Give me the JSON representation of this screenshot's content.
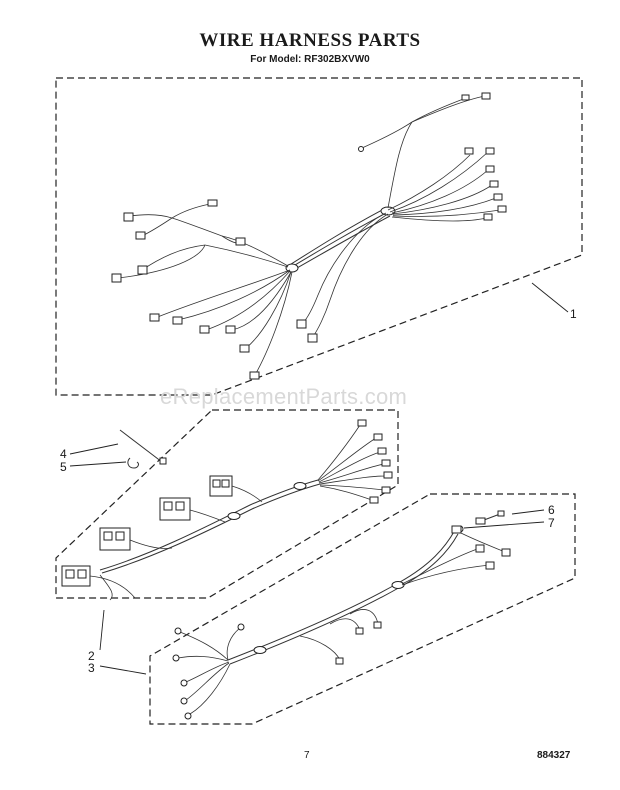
{
  "title": "WIRE HARNESS PARTS",
  "subtitle": "For Model: RF302BXVW0",
  "watermark": "eReplacementParts.com",
  "page_number": "7",
  "doc_number": "884327",
  "callouts": [
    {
      "number": "1"
    },
    {
      "number": "2"
    },
    {
      "number": "3"
    },
    {
      "number": "4"
    },
    {
      "number": "5"
    },
    {
      "number": "6"
    },
    {
      "number": "7"
    }
  ]
}
